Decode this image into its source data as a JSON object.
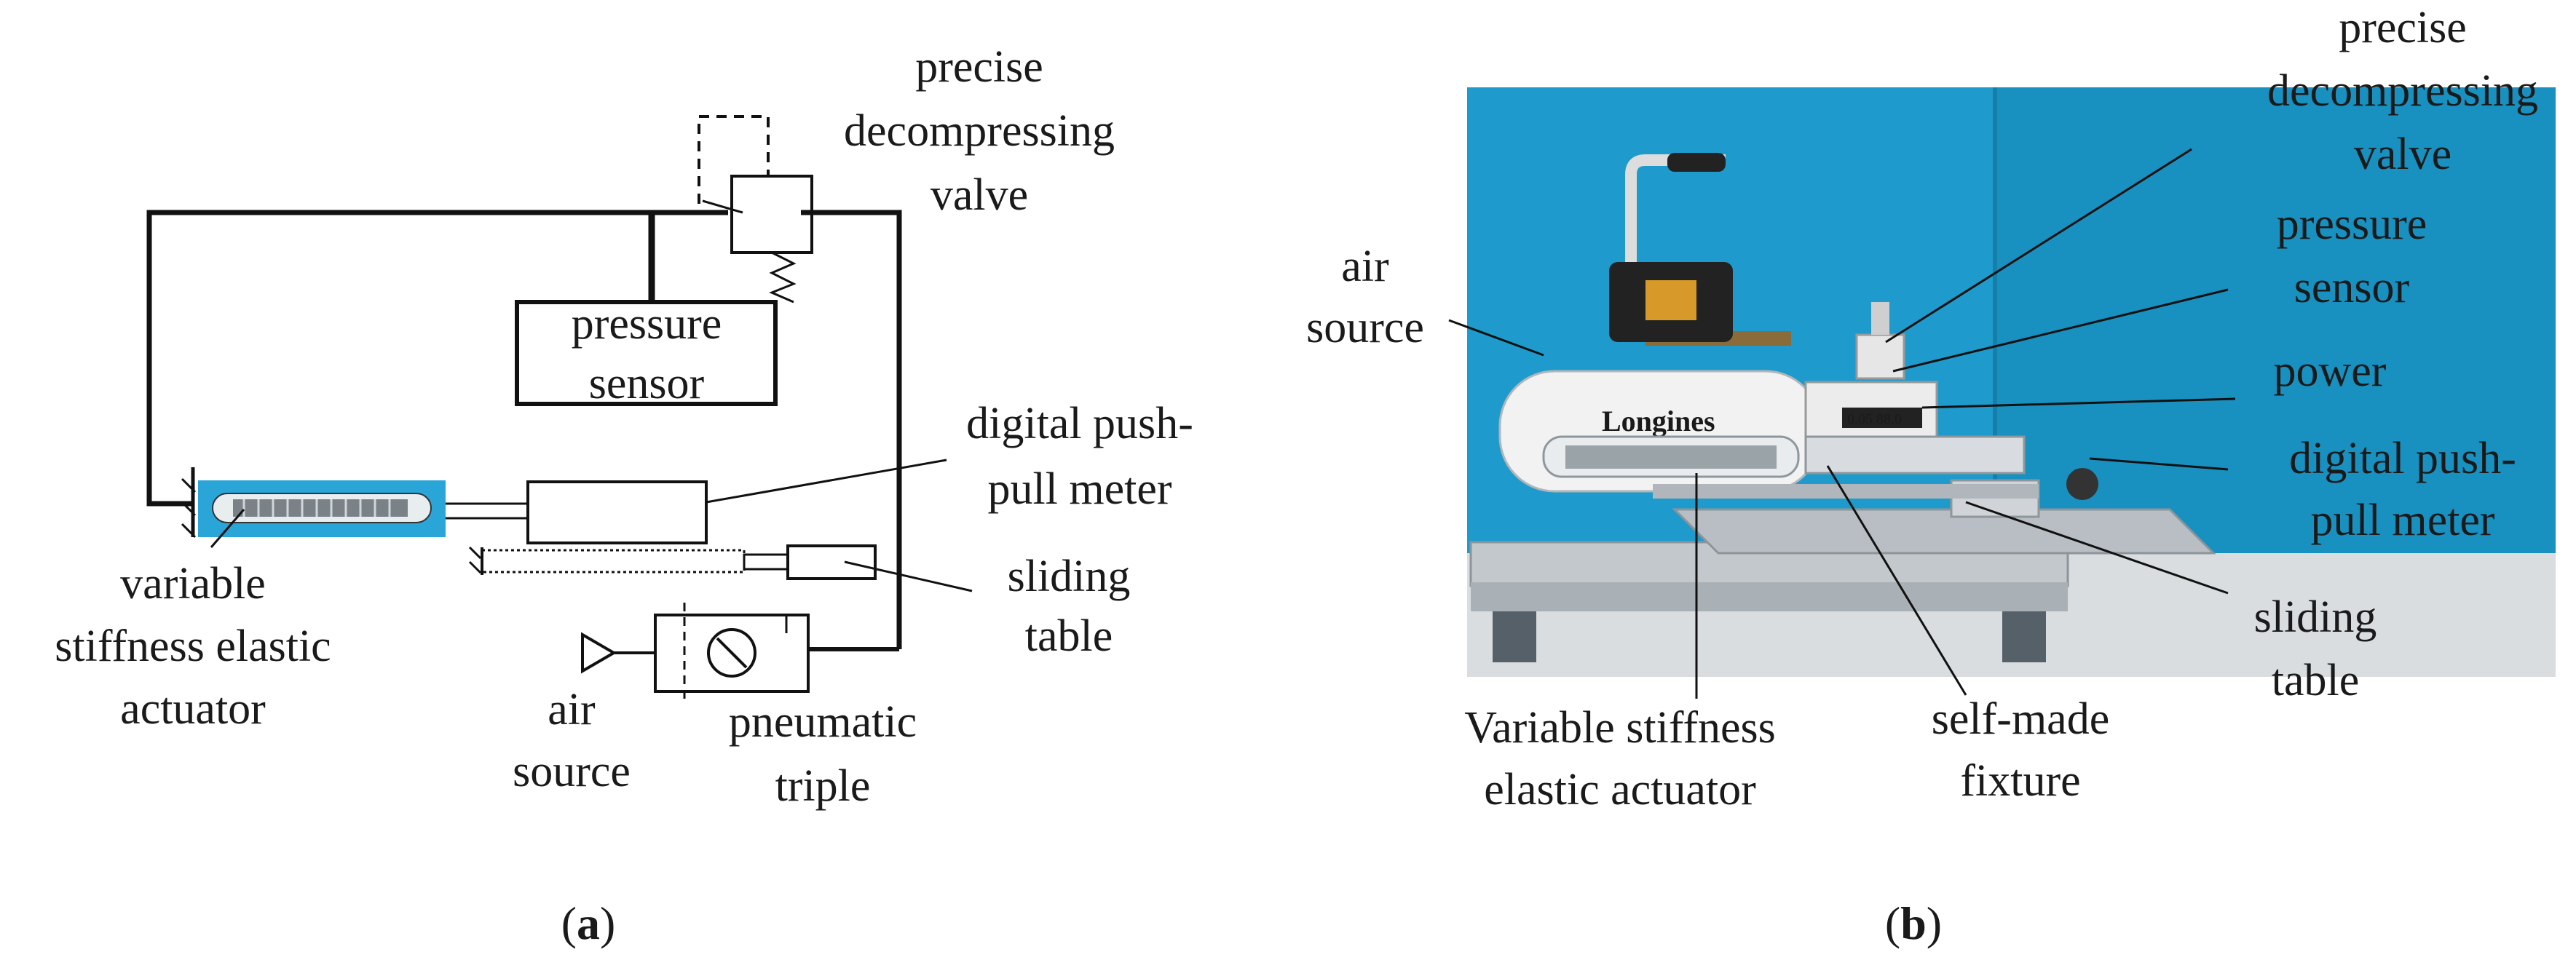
{
  "panel_a": {
    "caption_open": "(",
    "caption_letter": "a",
    "caption_close": ")",
    "labels": {
      "valve_1": "precise",
      "valve_2": "decompressing",
      "valve_3": "valve",
      "sensor_1": "pressure",
      "sensor_2": "sensor",
      "meter_1": "digital push-",
      "meter_2": "pull meter",
      "actuator_1": "variable",
      "actuator_2": "stiffness elastic",
      "actuator_3": "actuator",
      "table_1": "sliding",
      "table_2": "table",
      "air_1": "air",
      "air_2": "source",
      "triple_1": "pneumatic",
      "triple_2": "triple"
    }
  },
  "panel_b": {
    "caption_open": "(",
    "caption_letter": "b",
    "caption_close": ")",
    "photo_texts": {
      "brand": "Longines",
      "display": "0.05 88.0"
    },
    "labels": {
      "valve_1": "precise",
      "valve_2": "decompressing",
      "valve_3": "valve",
      "sensor_1": "pressure",
      "sensor_2": "sensor",
      "air_1": "air",
      "air_2": "source",
      "power": "power",
      "meter_1": "digital push-",
      "meter_2": "pull meter",
      "table_1": "sliding",
      "table_2": "table",
      "actuator_1": "Variable stiffness",
      "actuator_2": "elastic actuator",
      "fixture_1": "self-made",
      "fixture_2": "fixture"
    }
  },
  "colors": {
    "line": "#111111",
    "actuator_bg": "#2aa5d8",
    "photo_wall": "#1e9bcc",
    "photo_floor": "#d9dde0"
  }
}
